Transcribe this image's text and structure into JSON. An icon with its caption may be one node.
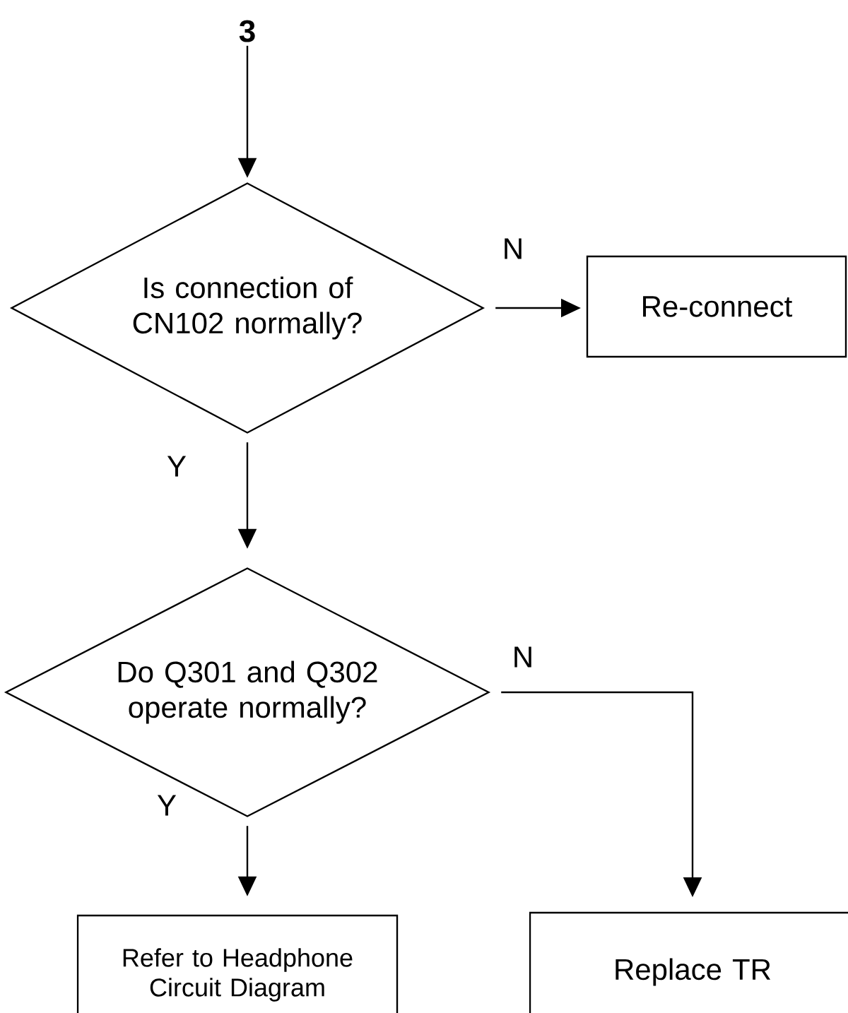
{
  "diagram": {
    "nodes": [
      {
        "text": [
          "3"
        ]
      },
      {
        "text": [
          "Is connection of CN102 normally?"
        ]
      },
      {
        "text": [
          "Re-connect"
        ]
      },
      {
        "text": [
          "Do Q301 and Q302 operate normally?"
        ]
      },
      {
        "text": [
          "Refer to Headphone Circuit Diagram"
        ]
      },
      {
        "text": [
          "Replace TR"
        ]
      }
    ],
    "edges": [
      {
        "from": 0,
        "to": 1,
        "arrow": "to"
      },
      {
        "from": 1,
        "to": 2,
        "arrow": "to",
        "label": "N"
      },
      {
        "from": 1,
        "to": 3,
        "arrow": "to",
        "label": "Y"
      },
      {
        "from": 3,
        "to": 5,
        "arrow": "to",
        "label": "N"
      },
      {
        "from": 3,
        "to": 4,
        "arrow": "to",
        "label": "Y"
      }
    ]
  }
}
